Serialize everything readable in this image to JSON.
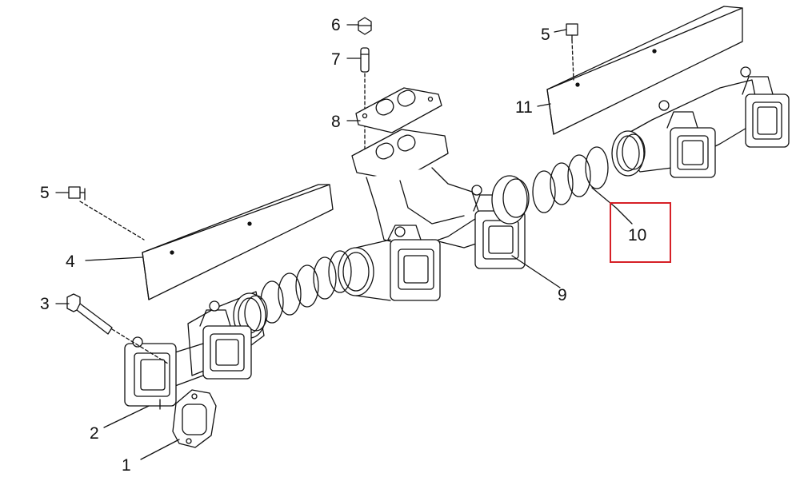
{
  "diagram": {
    "callouts": [
      {
        "id": "c1",
        "text": "1"
      },
      {
        "id": "c2",
        "text": "2"
      },
      {
        "id": "c3",
        "text": "3"
      },
      {
        "id": "c4",
        "text": "4"
      },
      {
        "id": "c5a",
        "text": "5"
      },
      {
        "id": "c5b",
        "text": "5"
      },
      {
        "id": "c6",
        "text": "6"
      },
      {
        "id": "c7",
        "text": "7"
      },
      {
        "id": "c8",
        "text": "8"
      },
      {
        "id": "c9",
        "text": "9"
      },
      {
        "id": "c10",
        "text": "10"
      },
      {
        "id": "c11",
        "text": "11"
      }
    ],
    "highlight_color": "#d62027",
    "line_color": "#111111"
  }
}
